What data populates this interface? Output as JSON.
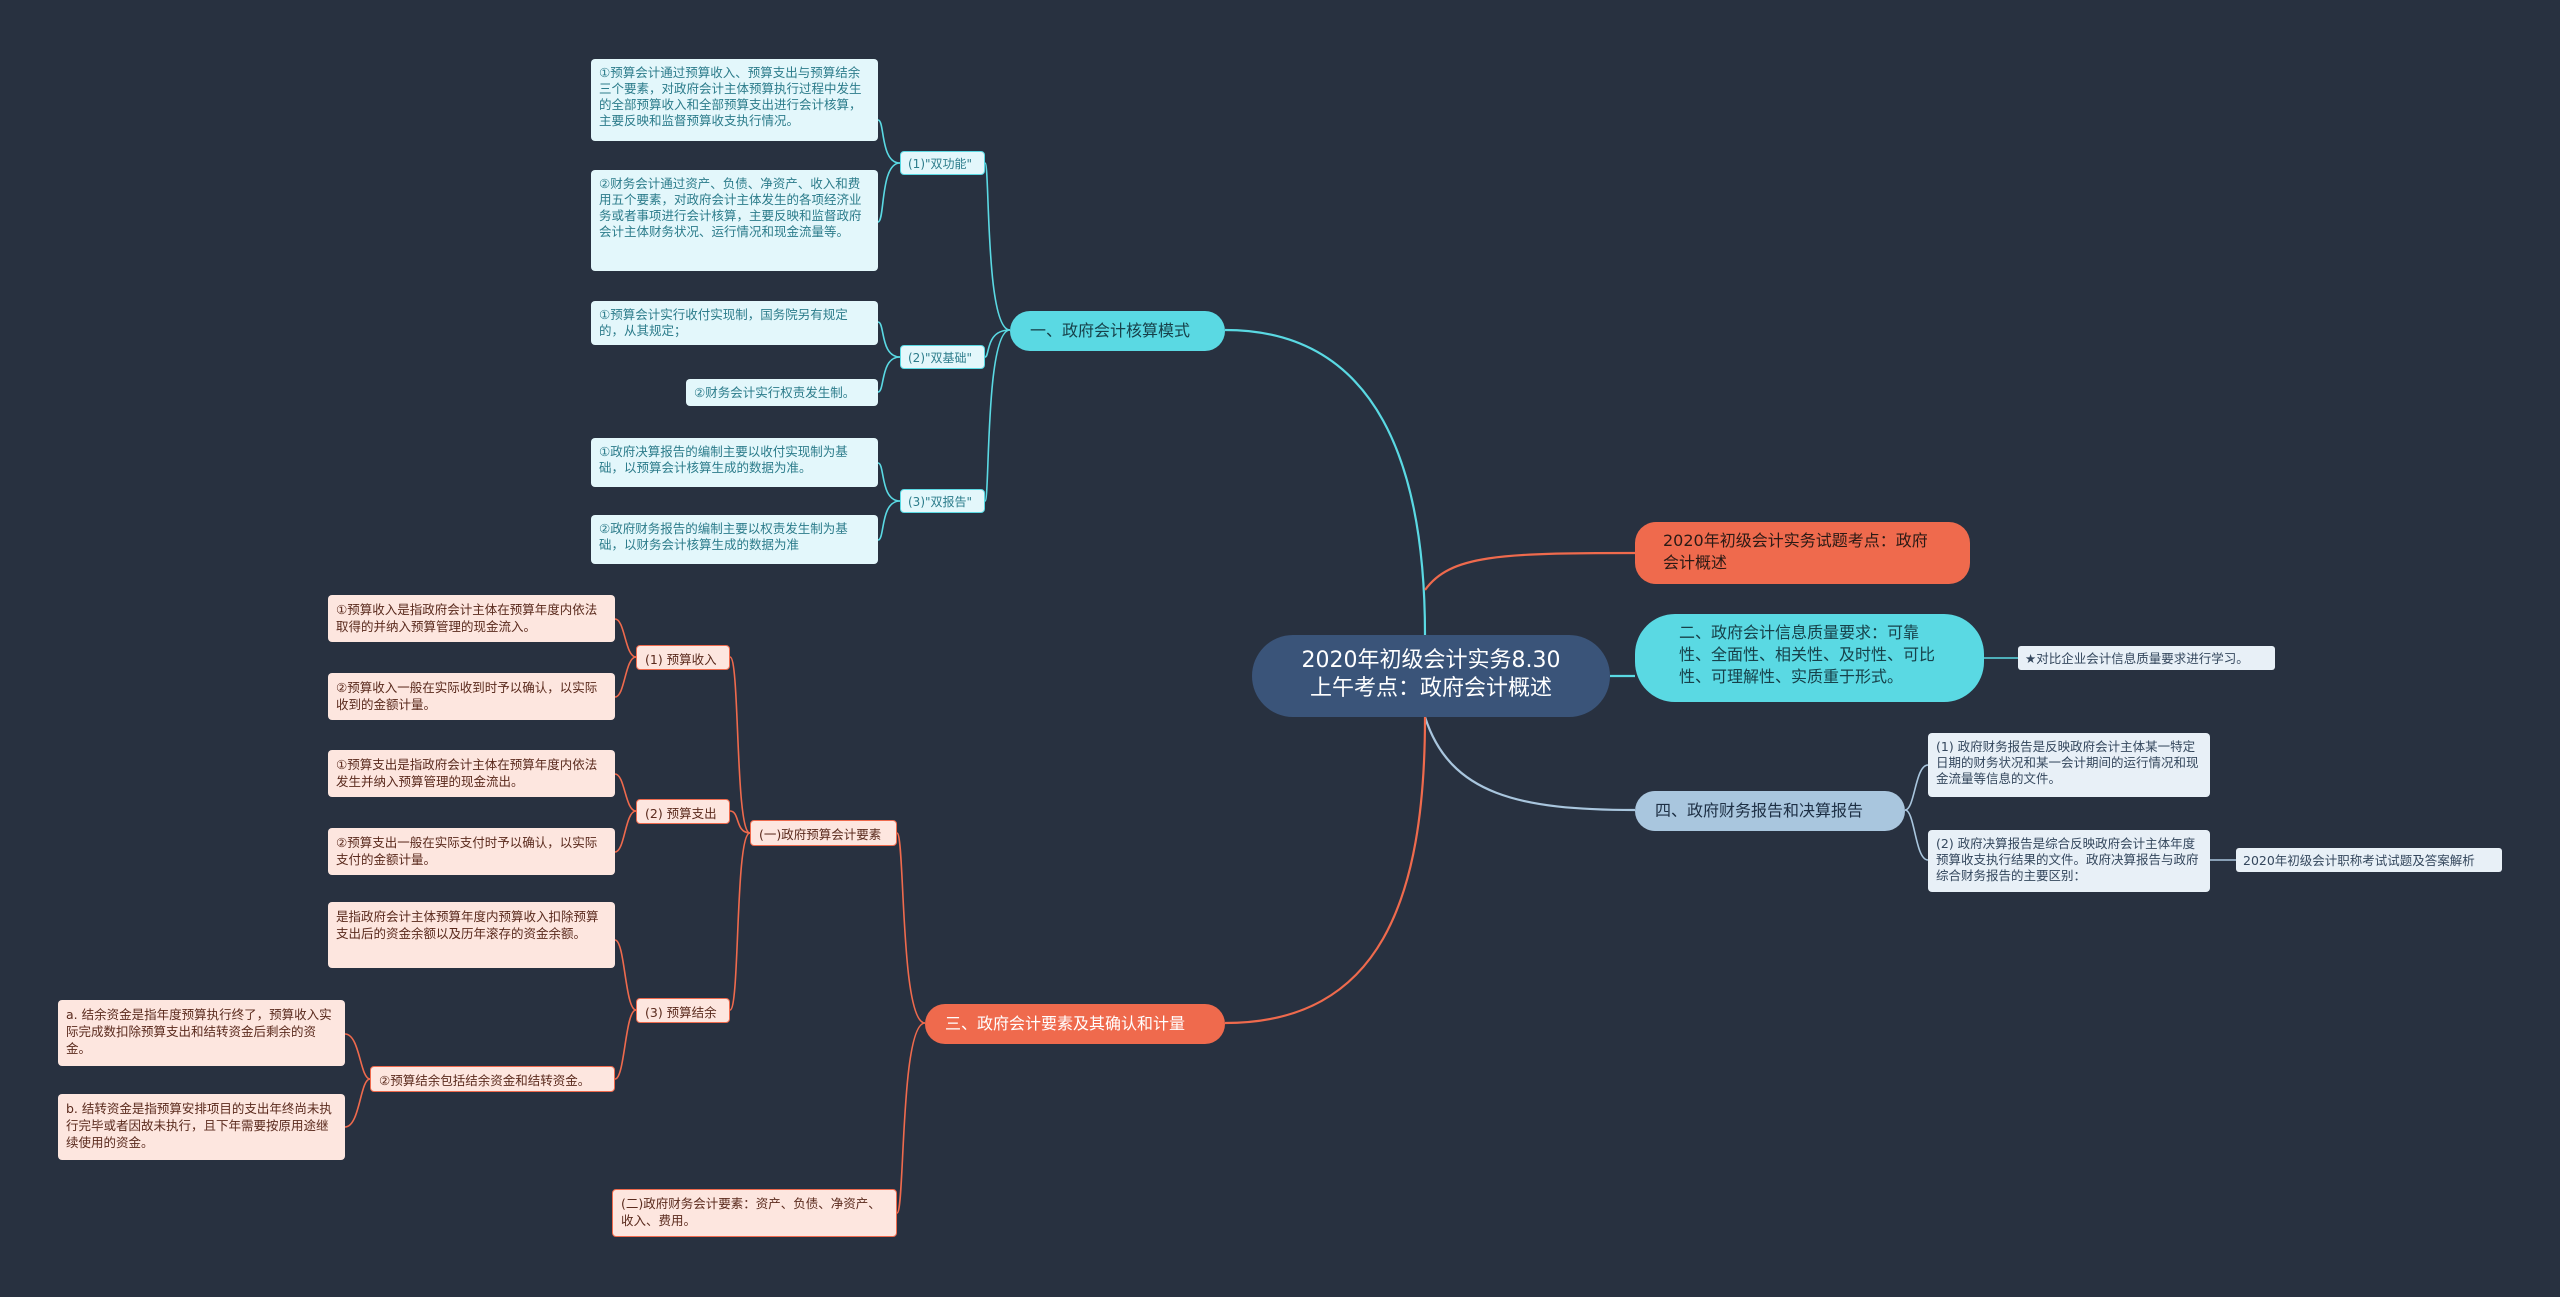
{
  "root": {
    "title": "2020年初级会计实务8.30\n上午考点：政府会计概述"
  },
  "branch1": {
    "label": "一、政府会计核算模式",
    "subs": [
      {
        "label": "(1)\"双功能\"",
        "leaves": [
          "①预算会计通过预算收入、预算支出与预算结余三个要素，对政府会计主体预算执行过程中发生的全部预算收入和全部预算支出进行会计核算，主要反映和监督预算收支执行情况。",
          "②财务会计通过资产、负债、净资产、收入和费用五个要素，对政府会计主体发生的各项经济业务或者事项进行会计核算，主要反映和监督政府会计主体财务状况、运行情况和现金流量等。"
        ]
      },
      {
        "label": "(2)\"双基础\"",
        "leaves": [
          "①预算会计实行收付实现制，国务院另有规定的，从其规定；",
          "②财务会计实行权责发生制。"
        ]
      },
      {
        "label": "(3)\"双报告\"",
        "leaves": [
          "①政府决算报告的编制主要以收付实现制为基础，以预算会计核算生成的数据为准。",
          "②政府财务报告的编制主要以权责发生制为基础，以财务会计核算生成的数据为准"
        ]
      }
    ]
  },
  "branch_right1": {
    "label": "2020年初级会计实务试题考点：政府会计概述"
  },
  "branch2": {
    "label": "二、政府会计信息质量要求：可靠性、全面性、相关性、及时性、可比性、可理解性、实质重于形式。",
    "note": "★对比企业会计信息质量要求进行学习。"
  },
  "branch4": {
    "label": "四、政府财务报告和决算报告",
    "leaves": [
      "(1) 政府财务报告是反映政府会计主体某一特定日期的财务状况和某一会计期间的运行情况和现金流量等信息的文件。",
      "(2) 政府决算报告是综合反映政府会计主体年度预算收支执行结果的文件。政府决算报告与政府综合财务报告的主要区别："
    ],
    "link_note": "2020年初级会计职称考试试题及答案解析"
  },
  "branch3": {
    "label": "三、政府会计要素及其确认和计量",
    "sub1": {
      "label": "(一)政府预算会计要素",
      "groups": [
        {
          "label": "(1) 预算收入",
          "leaves": [
            "①预算收入是指政府会计主体在预算年度内依法取得的并纳入预算管理的现金流入。",
            "②预算收入一般在实际收到时予以确认，以实际收到的金额计量。"
          ]
        },
        {
          "label": "(2) 预算支出",
          "leaves": [
            "①预算支出是指政府会计主体在预算年度内依法发生并纳入预算管理的现金流出。",
            "②预算支出一般在实际支付时予以确认，以实际支付的金额计量。"
          ]
        },
        {
          "label": "(3) 预算结余",
          "leaf1": "是指政府会计主体预算年度内预算收入扣除预算支出后的资金余额以及历年滚存的资金余额。",
          "sub": {
            "label": "②预算结余包括结余资金和结转资金。",
            "leaves": [
              "a. 结余资金是指年度预算执行终了，预算收入实际完成数扣除预算支出和结转资金后剩余的资金。",
              "b. 结转资金是指预算安排项目的支出年终尚未执行完毕或者因故未执行，且下年需要按原用途继续使用的资金。"
            ]
          }
        }
      ]
    },
    "sub2": {
      "label": "(二)政府财务会计要素：资产、负债、净资产、收入、费用。"
    }
  },
  "colors": {
    "background": "#283140",
    "root": "#3a5479",
    "cyan": "#5ad9e3",
    "orange": "#ef6a4d",
    "slate": "#a9c6de"
  }
}
